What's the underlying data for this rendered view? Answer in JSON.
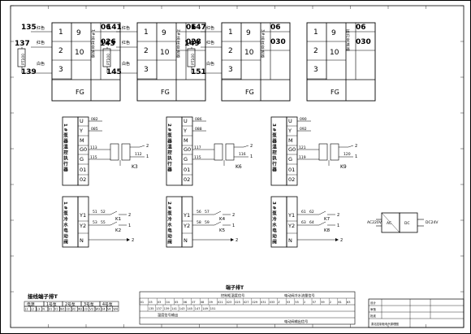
{
  "top_modules": [
    {
      "t_in": "135",
      "t_a": "137",
      "t_b": "139",
      "sensor": "PT100",
      "wire1": "红色",
      "wire2": "白色",
      "pins": [
        "1",
        "2",
        "3",
        "9",
        "10",
        "FG"
      ],
      "out1": "06",
      "out2": "026",
      "desc": "1#温度变送器"
    },
    {
      "t_in": "141",
      "t_a": "143",
      "t_b": "145",
      "sensor": "PT100",
      "wire1": "红色",
      "wire2": "白色",
      "pins": [
        "1",
        "2",
        "3",
        "9",
        "10",
        "FG"
      ],
      "out1": "06",
      "out2": "028",
      "desc": "2#温度变送器"
    },
    {
      "t_in": "147",
      "t_a": "149",
      "t_b": "151",
      "sensor": "PT100",
      "wire1": "红色",
      "wire2": "白色",
      "pins": [
        "1",
        "2",
        "3",
        "9",
        "10",
        "FG"
      ],
      "out1": "06",
      "out2": "030",
      "desc": "3#温度变送器"
    },
    {
      "pins": [
        "1",
        "2",
        "3",
        "9",
        "10",
        "FG"
      ],
      "out1": "06",
      "out2": "030",
      "desc": "压力变送器"
    }
  ],
  "actuators": [
    {
      "title": "1#泵器温控执行器",
      "pins": [
        "U",
        "Y",
        "M",
        "G0",
        "G",
        "01",
        "02"
      ],
      "w1": "082",
      "w2": "085",
      "w3": "113",
      "w4": "112",
      "w5": "115",
      "relay": "K3",
      "n1": "2",
      "n2": "1"
    },
    {
      "title": "2#泵器温控执行器",
      "pins": [
        "U",
        "Y",
        "M",
        "G0",
        "G",
        "01",
        "02"
      ],
      "w1": "086",
      "w2": "088",
      "w3": "117",
      "w4": "116",
      "w5": "115",
      "relay": "K6",
      "n1": "2",
      "n2": "1"
    },
    {
      "title": "3#泵器温控执行器",
      "pins": [
        "U",
        "Y",
        "M",
        "G0",
        "G",
        "01",
        "02"
      ],
      "w1": "090",
      "w2": "092",
      "w3": "121",
      "w4": "120",
      "w5": "119",
      "relay": "K9",
      "n1": "2",
      "n2": "1"
    }
  ],
  "valves": [
    {
      "title": "1#泵冷水电动阀",
      "pins": [
        "Y1",
        "Y2",
        "N"
      ],
      "a": "51",
      "b": "53",
      "c": "52",
      "d": "55",
      "k1": "K1",
      "k2": "K2",
      "n1": "2",
      "n2": "1",
      "n3": "2"
    },
    {
      "title": "2#泵冷水电动阀",
      "pins": [
        "Y1",
        "Y2",
        "N"
      ],
      "a": "56",
      "b": "58",
      "c": "57",
      "d": "59",
      "k1": "K4",
      "k2": "K5",
      "n1": "2",
      "n2": "1",
      "n3": "2"
    },
    {
      "title": "3#泵冷水电动阀",
      "pins": [
        "Y1",
        "Y2",
        "N"
      ],
      "a": "61",
      "b": "63",
      "c": "62",
      "d": "64",
      "k1": "K7",
      "k2": "K8",
      "n1": "2",
      "n2": "1",
      "n3": "2"
    }
  ],
  "power": {
    "in": "AC220V",
    "block1": "AC",
    "block2": "DC",
    "out": "DC24V"
  },
  "bottom_left": {
    "title": "接线端子排T",
    "headers": [
      "电源",
      "1号泵",
      "2号泵",
      "3号泵",
      "4号泵"
    ],
    "cells": [
      "L1",
      "L2",
      "L3",
      "N",
      "U1",
      "V1",
      "W1",
      "U2",
      "V2",
      "W2",
      "U3",
      "V3",
      "W3",
      "U4",
      "V4",
      "W4"
    ]
  },
  "bottom_center": {
    "title": "端子排T",
    "sec1": "控制柜温度信号",
    "sec2": "电动阀冷水流量信号",
    "sec3": "温度信号输出",
    "sec4": "电动阀输出信号",
    "row1": [
      "01",
      "03",
      "03",
      "04",
      "05",
      "06",
      "07",
      "08",
      "09",
      "021",
      "023",
      "025",
      "027",
      "029",
      "031",
      "033",
      "Z",
      "53",
      "55",
      "2",
      "57",
      "59",
      "2",
      "61",
      "63"
    ],
    "row2": [
      "135",
      "137",
      "139",
      "141",
      "143",
      "145",
      "147",
      "149",
      "151"
    ]
  },
  "title_block": {
    "drawing_title": "泵站控制柜电气原理图",
    "r1": "设计",
    "r2": "审核",
    "r3": "批准"
  }
}
